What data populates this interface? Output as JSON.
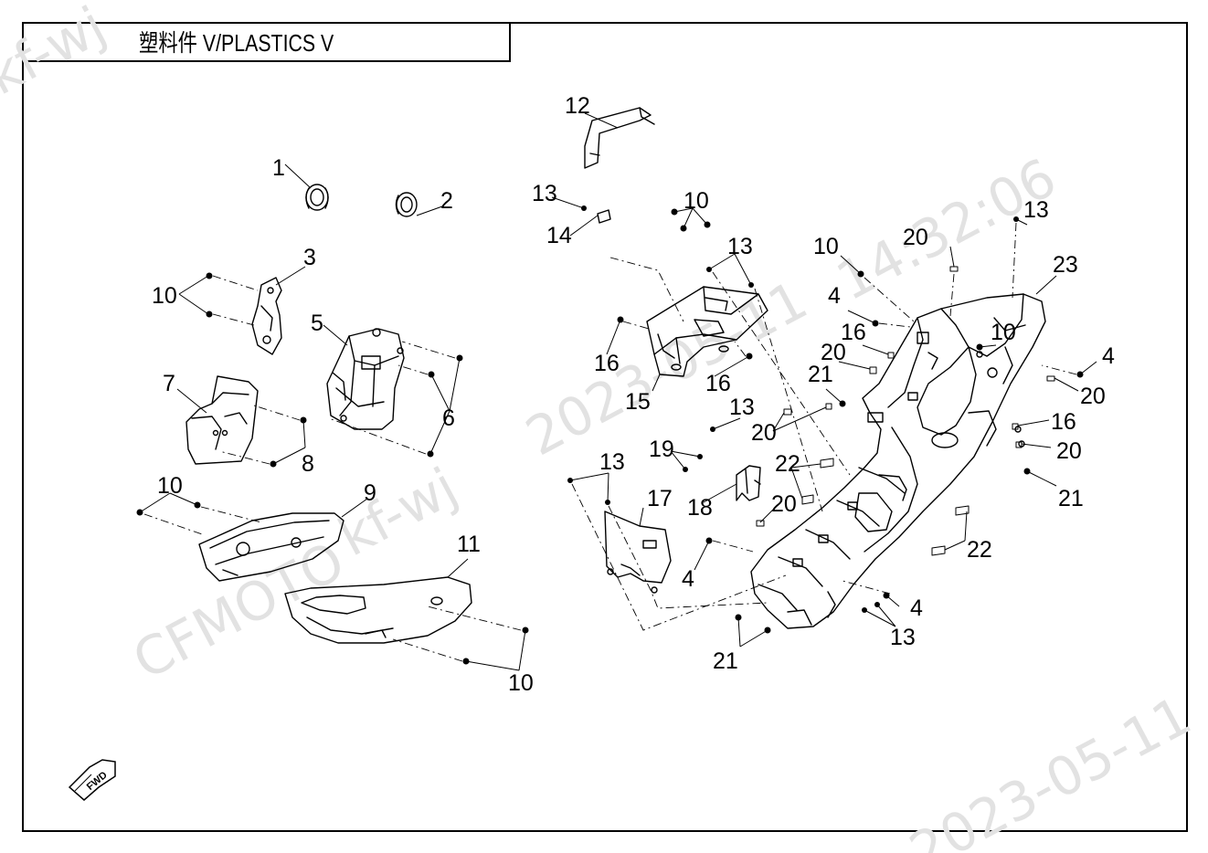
{
  "title": "塑料件 V/PLASTICS V",
  "fwd_badge": "FWD",
  "watermarks": {
    "user": "kf-wj",
    "brand": "CFMOTO",
    "date": "2023-05-11",
    "time": "14:32:06"
  },
  "callouts": [
    "1",
    "2",
    "3",
    "4",
    "5",
    "6",
    "7",
    "8",
    "9",
    "10",
    "11",
    "12",
    "13",
    "14",
    "15",
    "16",
    "17",
    "18",
    "19",
    "20",
    "21",
    "22",
    "23"
  ],
  "colors": {
    "line": "#000000",
    "watermark": "#e2e2e2"
  }
}
